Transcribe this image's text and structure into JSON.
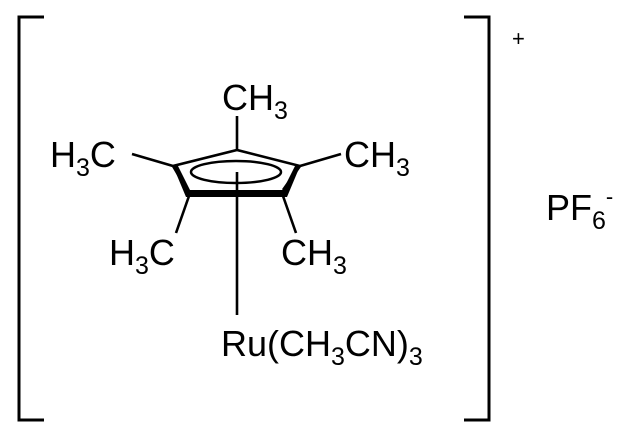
{
  "molecule": {
    "groups": {
      "methyl_top": {
        "main": "CH",
        "sub": "3"
      },
      "methyl_left": {
        "main": "H",
        "sub": "3",
        "tail": "C"
      },
      "methyl_right": {
        "main": "CH",
        "sub": "3"
      },
      "methyl_bottom_left": {
        "main": "H",
        "sub": "3",
        "tail": "C"
      },
      "methyl_bottom_right": {
        "main": "CH",
        "sub": "3"
      }
    },
    "metal_fragment": {
      "metal": "Ru(CH",
      "sub1": "3",
      "middle": "CN)",
      "sub2": "3"
    },
    "charge": "+",
    "counter_ion": {
      "main": "PF",
      "sub": "6",
      "charge": "-"
    }
  }
}
